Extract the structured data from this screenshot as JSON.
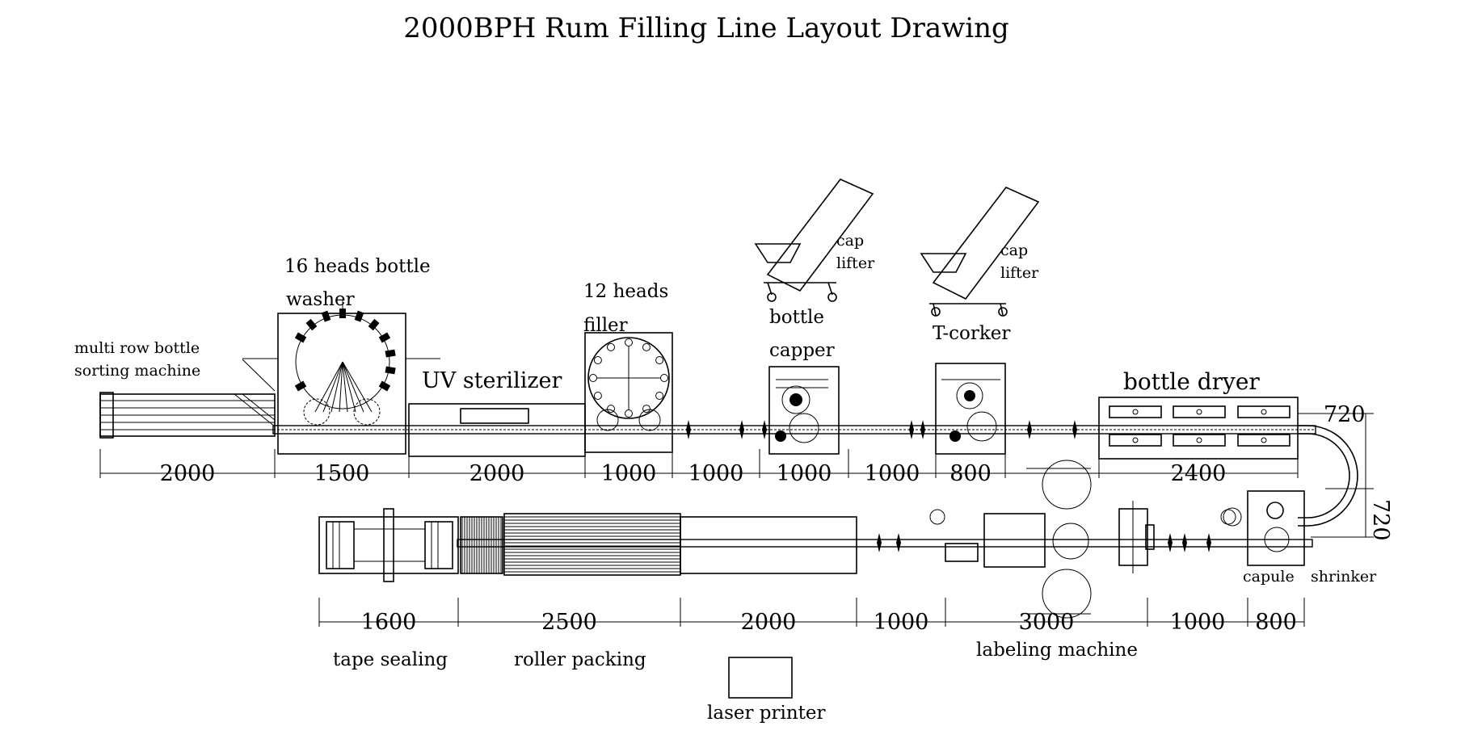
{
  "title": "2000BPH Rum Filling Line Layout Drawing",
  "machines": {
    "sorter": [
      "multi row bottle",
      "sorting machine"
    ],
    "washer": [
      "16 heads bottle",
      "washer"
    ],
    "uv": "UV sterilizer",
    "filler": [
      "12 heads",
      "filler"
    ],
    "cap_lifter_1": [
      "cap",
      "lifter"
    ],
    "capper": [
      "bottle",
      "capper"
    ],
    "cap_lifter_2": [
      "cap",
      "lifter"
    ],
    "corker": "T-corker",
    "dryer": "bottle dryer",
    "shrinker": [
      "capule",
      "shrinker"
    ],
    "labeler": "labeling machine",
    "tape": "tape sealing",
    "roller": "roller packing",
    "laser": "laser printer"
  },
  "dimensions": {
    "top": [
      "2000",
      "1500",
      "2000",
      "1000",
      "1000",
      "1000",
      "1000",
      "800",
      "2400"
    ],
    "turn": [
      "720",
      "720"
    ],
    "bottom": [
      "1600",
      "2500",
      "2000",
      "1000",
      "3000",
      "1000",
      "800"
    ]
  }
}
